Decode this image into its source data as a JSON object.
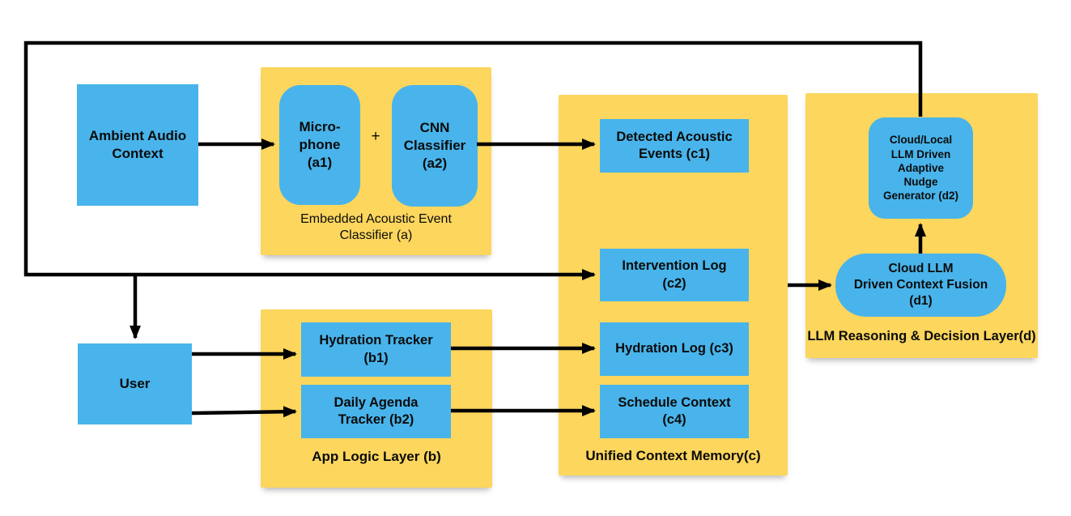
{
  "diagram_title": "",
  "colors": {
    "node_blue": "#48B4EB",
    "sticky_yellow": "#FCD65D",
    "line_black": "#000000"
  },
  "containers": {
    "a": {
      "label": "Embedded Acoustic Event\nClassifier (a)"
    },
    "b": {
      "label": "App Logic Layer (b)"
    },
    "c": {
      "label": "Unified Context Memory(c)"
    },
    "d": {
      "label": "LLM Reasoning & Decision Layer(d)"
    }
  },
  "nodes": {
    "ambient": {
      "label": "Ambient Audio\nContext"
    },
    "a1": {
      "label": "Micro-\nphone\n(a1)"
    },
    "a2": {
      "label": "CNN\nClassifier\n(a2)"
    },
    "c1": {
      "label": "Detected Acoustic\nEvents (c1)"
    },
    "c2": {
      "label": "Intervention Log\n(c2)"
    },
    "c3": {
      "label": "Hydration Log (c3)"
    },
    "c4": {
      "label": "Schedule Context\n(c4)"
    },
    "d1": {
      "label": "Cloud LLM\nDriven Context Fusion\n(d1)"
    },
    "d2": {
      "label": "Cloud/Local\nLLM Driven\nAdaptive\nNudge\nGenerator (d2)"
    },
    "user": {
      "label": "User"
    },
    "b1": {
      "label": "Hydration Tracker\n(b1)"
    },
    "b2": {
      "label": "Daily Agenda\nTracker (b2)"
    }
  },
  "operators": {
    "plus": "+"
  },
  "edges": [
    {
      "from": "ambient-audio-context",
      "to": "microphone-a1"
    },
    {
      "from": "cnn-classifier-a2",
      "to": "detected-acoustic-events-c1"
    },
    {
      "from": "nudge-generator-d2",
      "to": "intervention-log-c2",
      "note": "feedback loop across top"
    },
    {
      "from": "nudge-generator-d2",
      "to": "user",
      "note": "feedback loop branch"
    },
    {
      "from": "user",
      "to": "hydration-tracker-b1"
    },
    {
      "from": "user",
      "to": "daily-agenda-tracker-b2"
    },
    {
      "from": "hydration-tracker-b1",
      "to": "hydration-log-c3"
    },
    {
      "from": "daily-agenda-tracker-b2",
      "to": "schedule-context-c4"
    },
    {
      "from": "unified-context-memory-c",
      "to": "context-fusion-d1"
    },
    {
      "from": "context-fusion-d1",
      "to": "nudge-generator-d2"
    }
  ]
}
